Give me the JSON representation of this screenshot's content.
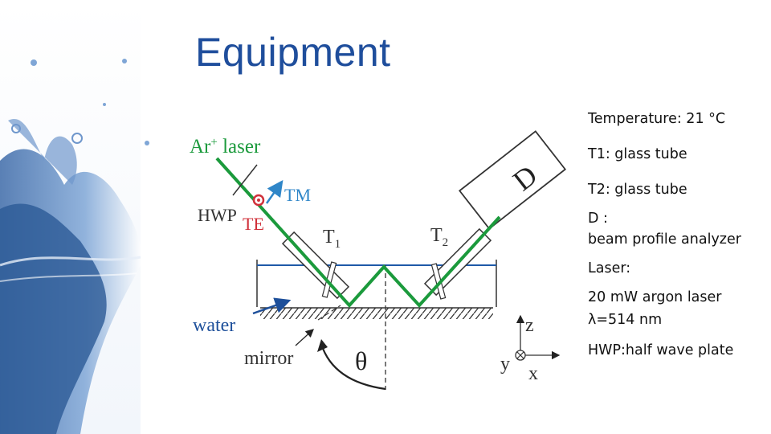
{
  "slide": {
    "title": "Equipment"
  },
  "diagram": {
    "labels": {
      "laser": "Ar",
      "laser_sup": "+",
      "laser_rest": " laser",
      "hwp": "HWP",
      "tm": "TM",
      "te": "TE",
      "t1": "T",
      "t1_sub": "1",
      "t2": "T",
      "t2_sub": "2",
      "detector": "D",
      "water": "water",
      "mirror": "mirror",
      "theta": "θ",
      "axis_z": "z",
      "axis_y": "y",
      "axis_x": "x"
    },
    "colors": {
      "beam": "#1b9a3c",
      "water_line": "#1f5aa8",
      "tm_arrow": "#2f86c8",
      "te_marker": "#d0303a",
      "label_blue": "#1d4f9a"
    }
  },
  "notes": {
    "temperature": "Temperature: 21 °C",
    "t1": "T1: glass tube",
    "t2": "T2: glass tube",
    "d_label": "D :",
    "d_desc": "beam profile analyzer",
    "laser_label": "Laser:",
    "laser_desc": "20 mW  argon laser",
    "wavelength": "λ=514 nm",
    "hwp": "HWP:half wave plate"
  }
}
